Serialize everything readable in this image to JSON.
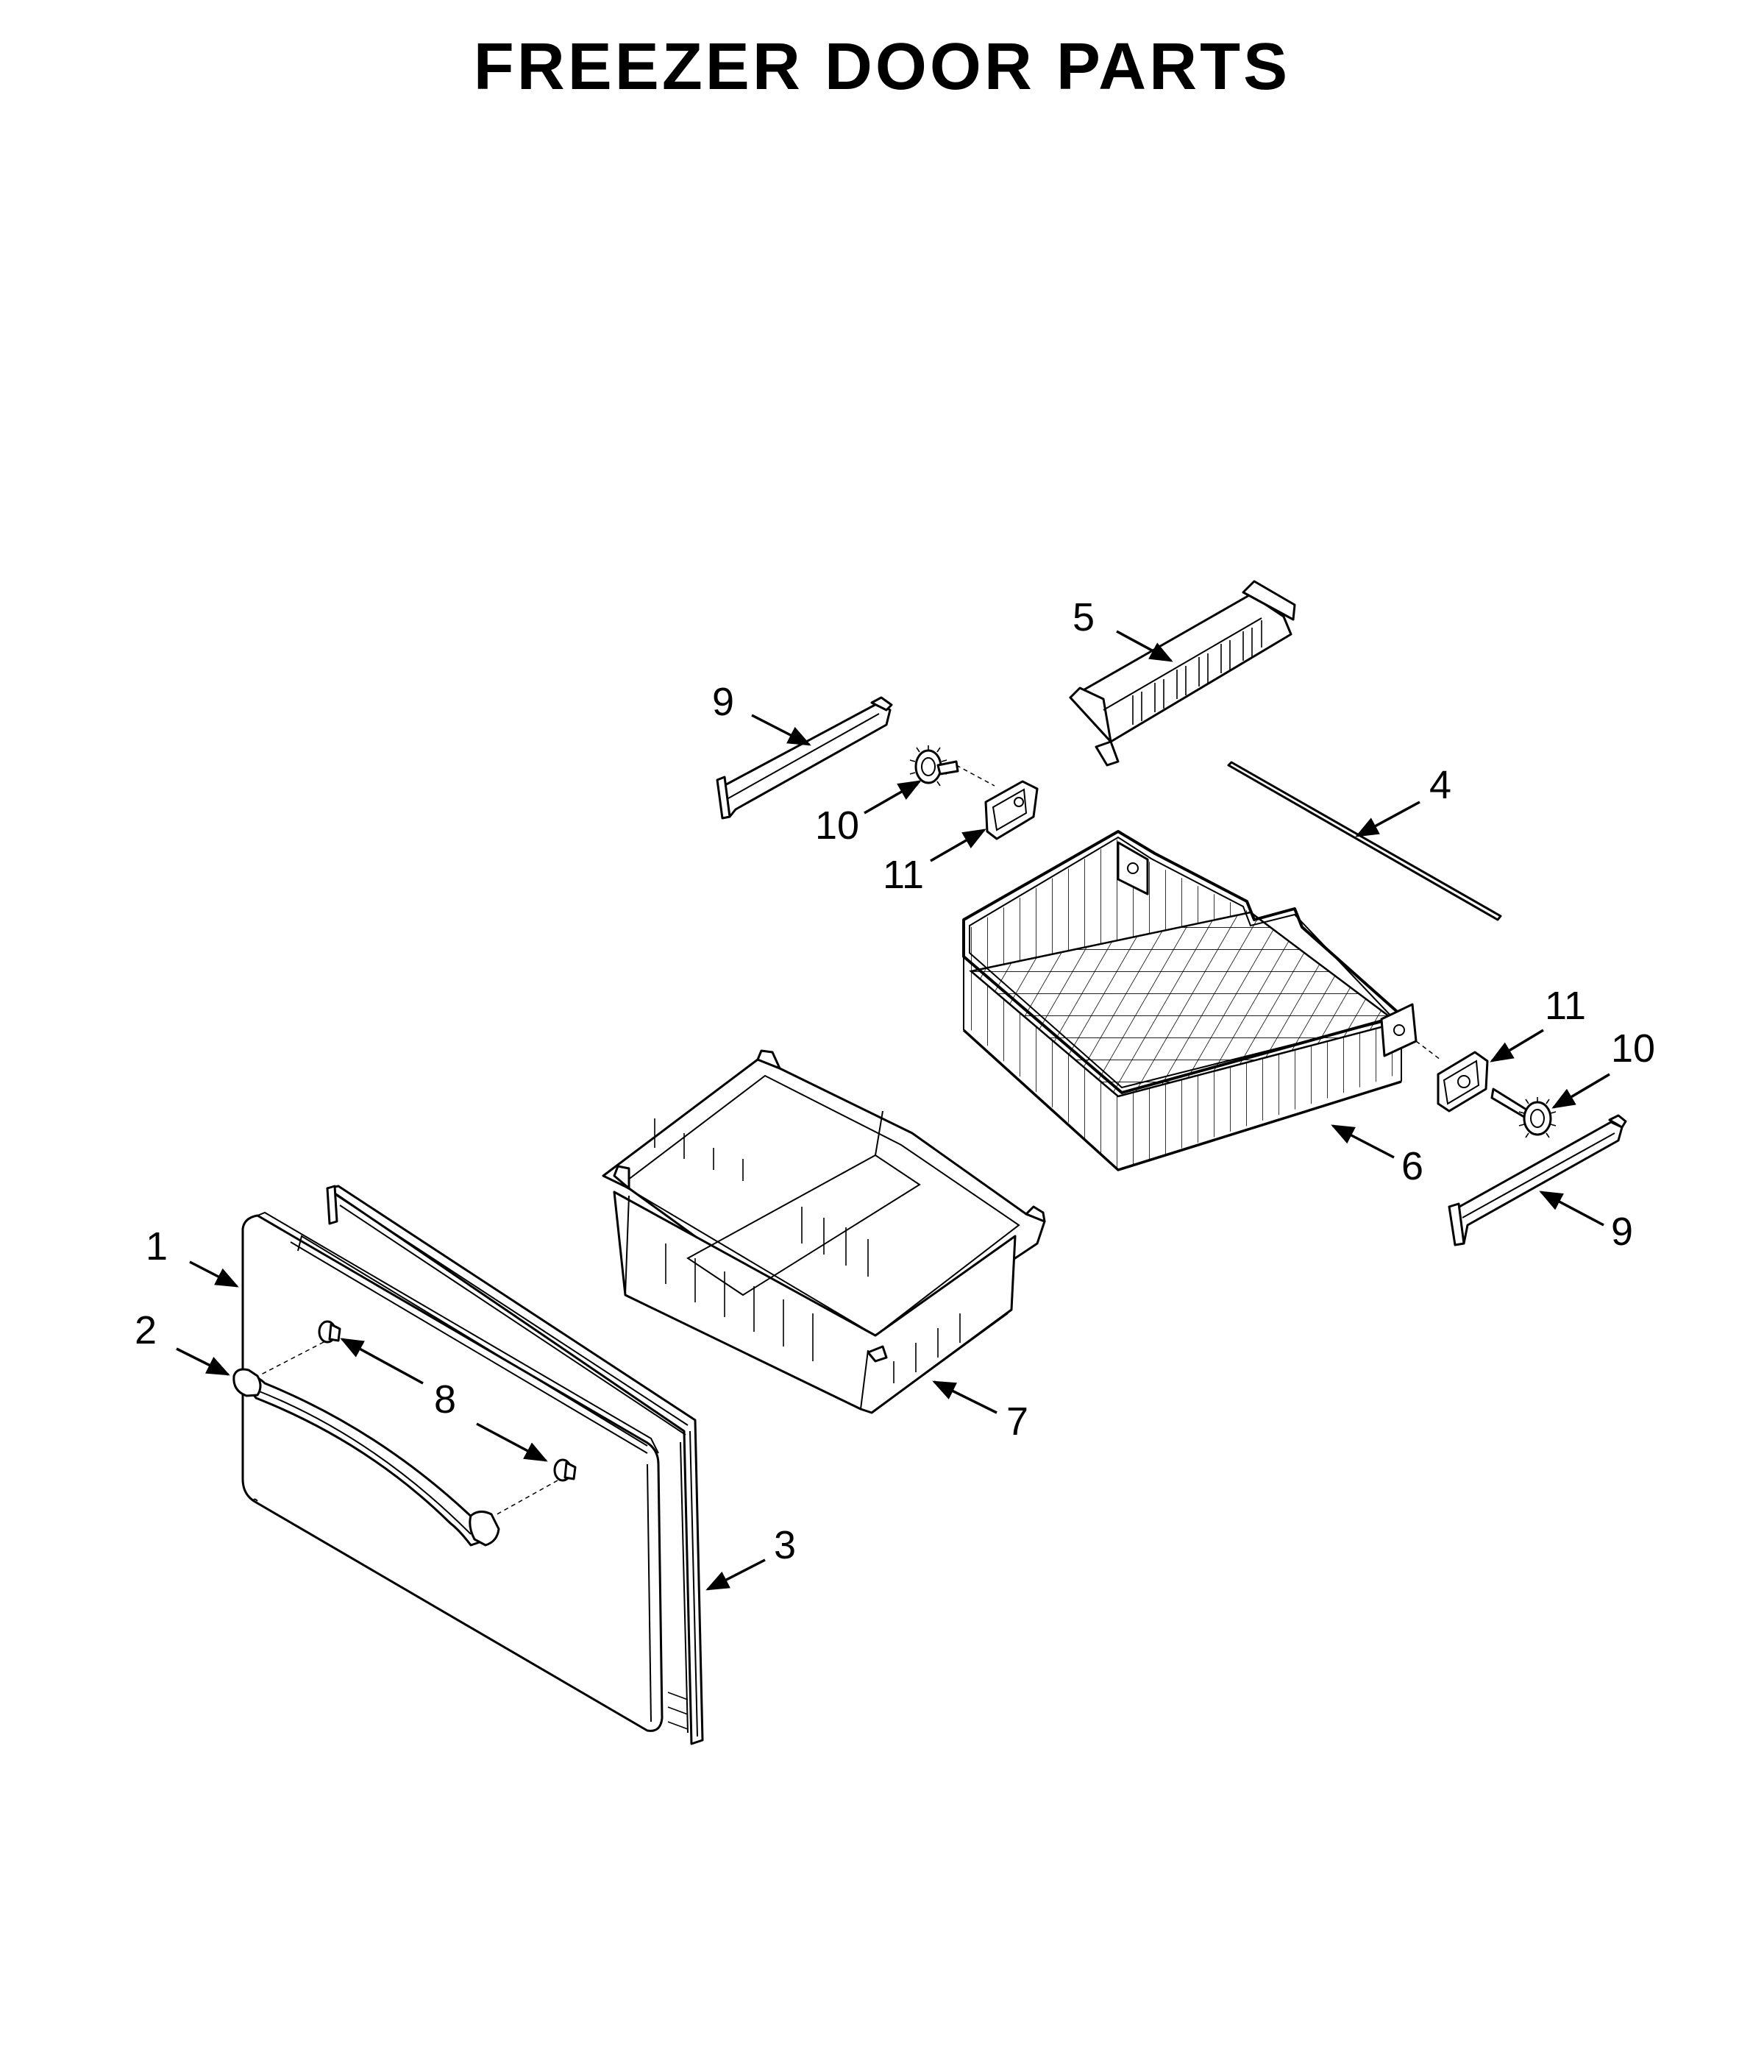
{
  "title": "FREEZER DOOR PARTS",
  "callouts": {
    "door_panel": "1",
    "handle_end_cap": "2",
    "door_gasket": "3",
    "basket_rod": "4",
    "divider": "5",
    "wire_basket": "6",
    "bin": "7",
    "handle_screw": "8",
    "slide_rail_upper": "9",
    "slide_rail_lower": "9",
    "gear_upper": "10",
    "gear_lower": "10",
    "bracket_upper": "11",
    "bracket_lower": "11"
  },
  "colors": {
    "line": "#000000",
    "background": "#ffffff"
  }
}
